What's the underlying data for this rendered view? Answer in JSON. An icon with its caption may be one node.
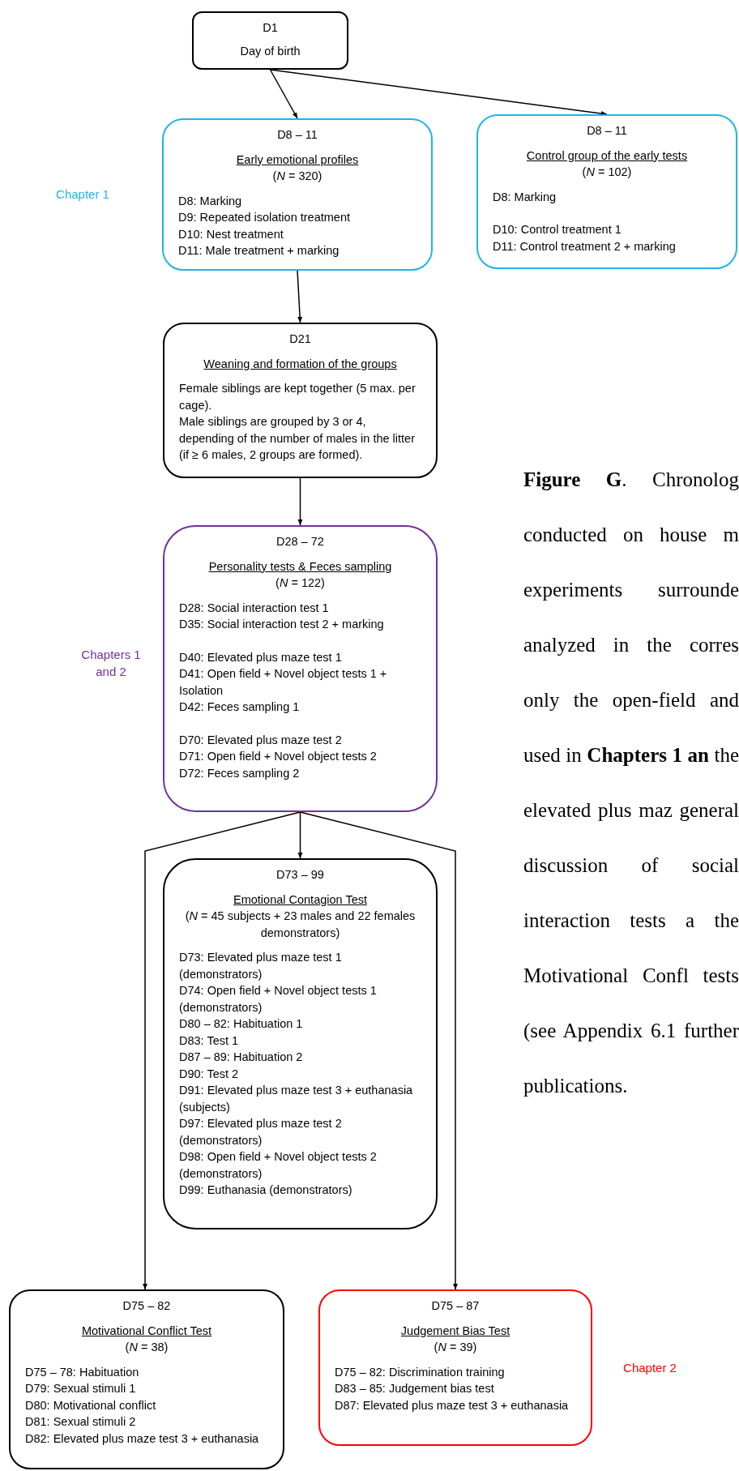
{
  "diagram": {
    "caption": "**Figure G**. Chronolog conducted on house m experiments surrounde analyzed in the corres only the open-field and used in **Chapters 1 an** the elevated plus maz general discussion of social interaction tests a the Motivational Confl tests (see Appendix 6.1 further publications.",
    "nodes": [
      {
        "text": [
          "D1",
          "Day of birth"
        ]
      },
      {
        "text": [
          "D8 – 11",
          "Early emotional profiles",
          "(*N* = 320)",
          "D8: Marking",
          "D9: Repeated isolation treatment",
          "D10: Nest treatment",
          "D11: Male treatment + marking"
        ]
      },
      {
        "text": [
          "D8 – 11",
          "Control group of the early tests",
          "(*N* = 102)",
          "D8: Marking",
          "D10: Control treatment 1",
          "D11: Control treatment 2 + marking"
        ]
      },
      {
        "text": [
          "D21",
          "Weaning and formation of the groups",
          "Female siblings are kept together (5 max. per cage).",
          "Male siblings are grouped by 3 or 4, depending of the number of males in the litter (if ≥ 6 males, 2 groups are formed)."
        ]
      },
      {
        "text": [
          "D28 – 72",
          "Personality tests & Feces sampling",
          "(*N* = 122)",
          "D28: Social interaction test 1",
          "D35: Social interaction test 2 + marking",
          "D40: Elevated plus maze test 1",
          "D41: Open field + Novel object tests 1 + Isolation",
          "D42: Feces sampling 1",
          "D70: Elevated plus maze test 2",
          "D71: Open field + Novel object tests 2",
          "D72: Feces sampling 2"
        ]
      },
      {
        "text": [
          "D73 – 99",
          "Emotional Contagion Test",
          "(*N* = 45 subjects + 23 males and 22 females demonstrators)",
          "D73: Elevated plus maze test 1 (demonstrators)",
          "D74: Open field + Novel object tests 1 (demonstrators)",
          "D80 – 82: Habituation 1",
          "D83: Test 1",
          "D87 – 89: Habituation 2",
          "D90: Test 2",
          "D91: Elevated plus maze test 3 + euthanasia (subjects)",
          "D97: Elevated plus maze test 2 (demonstrators)",
          "D98: Open field + Novel object tests 2 (demonstrators)",
          "D99: Euthanasia (demonstrators)"
        ]
      },
      {
        "text": [
          "D75 – 82",
          "Motivational Conflict Test",
          "(*N* = 38)",
          "D75 – 78: Habituation",
          "D79: Sexual stimuli 1",
          "D80: Motivational conflict",
          "D81: Sexual stimuli 2",
          "D82: Elevated plus maze test 3 + euthanasia"
        ]
      },
      {
        "text": [
          "D75 – 87",
          "Judgement Bias Test",
          "(*N* = 39)",
          "D75 – 82: Discrimination training",
          "D83 – 85: Judgement bias test",
          "D87: Elevated plus maze test 3 + euthanasia"
        ]
      }
    ],
    "edges": [
      {
        "from": 0,
        "to": 1,
        "arrow": "to"
      },
      {
        "from": 0,
        "to": 2,
        "arrow": "to"
      },
      {
        "from": 1,
        "to": 3,
        "arrow": "to"
      },
      {
        "from": 3,
        "to": 4,
        "arrow": "to"
      },
      {
        "from": 4,
        "to": 5,
        "arrow": "to"
      },
      {
        "from": 4,
        "to": 6,
        "arrow": "to"
      },
      {
        "from": 4,
        "to": 7,
        "arrow": "to"
      }
    ],
    "labels": [
      "Chapter 1",
      "Chapters 1 and 2",
      "Chapter 2"
    ]
  }
}
